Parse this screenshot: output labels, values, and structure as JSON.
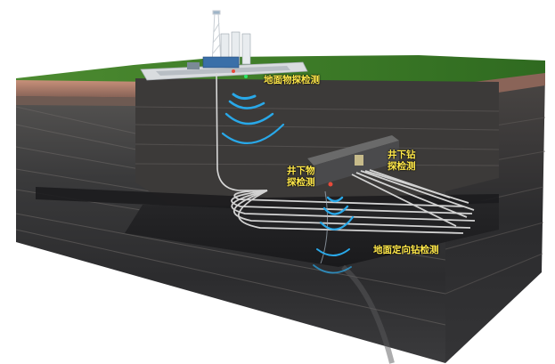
{
  "labels": {
    "surface_geophysical": "地面物探检测",
    "underground_drilling_line1": "井下钻",
    "underground_drilling_line2": "探检测",
    "underground_geophysical_line1": "井下物",
    "underground_geophysical_line2": "探检测",
    "surface_directional_drilling": "地面定向钻检测"
  },
  "colors": {
    "label_text": "#ffe84a",
    "wave_arc": "#29a8e8",
    "grass": "#3d7a2a",
    "topsoil": "#b9846e",
    "rock_dark": "#2a2a2c",
    "rock_mid": "#4a4a4c",
    "borehole": "#d8d8d8"
  },
  "icons": [
    "drilling-rig-icon",
    "storage-tank-icon",
    "wave-arc-icon",
    "borehole-line-icon"
  ]
}
